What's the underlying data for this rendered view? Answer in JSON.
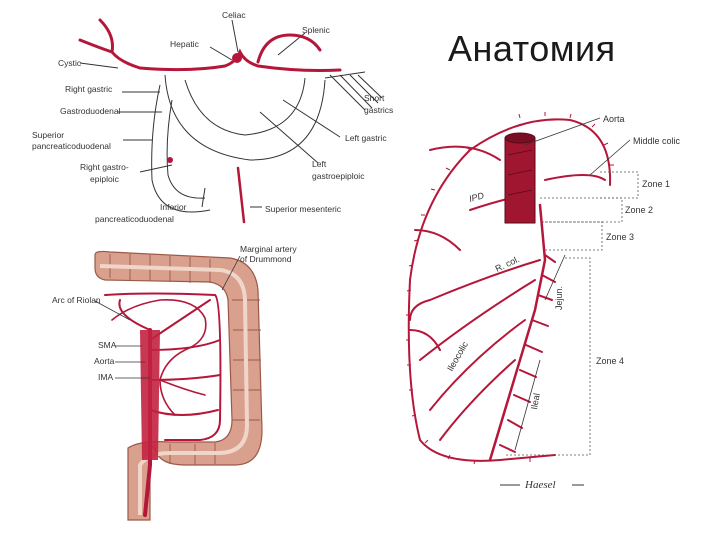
{
  "slide": {
    "title": "Анатомия"
  },
  "colors": {
    "artery": "#b5173a",
    "colon": "#d9a08e",
    "colon_inner": "#f0d6c8",
    "line": "#333333"
  },
  "celiac_diagram": {
    "celiac": "Celiac",
    "splenic": "Splenic",
    "hepatic": "Hepatic",
    "cystic": "Cystic",
    "right_gastric": "Right gastric",
    "gastroduodenal": "Gastroduodenal",
    "short_gastrics_1": "Short",
    "short_gastrics_2": "gastrics",
    "left_gastric": "Left gastric",
    "sup_pancreatico_1": "Superior",
    "sup_pancreatico_2": "pancreaticoduodenal",
    "right_gastroepiploic_1": "Right gastro-",
    "right_gastroepiploic_2": "epiploic",
    "left_gastroepiploic_1": "Left",
    "left_gastroepiploic_2": "gastroepiploic",
    "inf_pancreatico_1": "Inferior",
    "inf_pancreatico_2": "pancreaticoduodenal",
    "superior_mesenteric": "Superior mesenteric"
  },
  "colon_diagram": {
    "marginal_1": "Marginal artery",
    "marginal_2": "of Drummond",
    "arc_riolan": "Arc of Riolan",
    "sma": "SMA",
    "aorta": "Aorta",
    "ima": "IMA"
  },
  "mesentery_diagram": {
    "aorta": "Aorta",
    "middle_colic": "Middle colic",
    "ipd": "IPD",
    "zone1": "Zone 1",
    "zone2": "Zone 2",
    "zone3": "Zone 3",
    "rcol": "R. col.",
    "jejun": "Jejun.",
    "ileocolic": "Ileocolic",
    "zone4": "Zone 4",
    "ileal": "Ileal",
    "signature": "Haesel"
  }
}
